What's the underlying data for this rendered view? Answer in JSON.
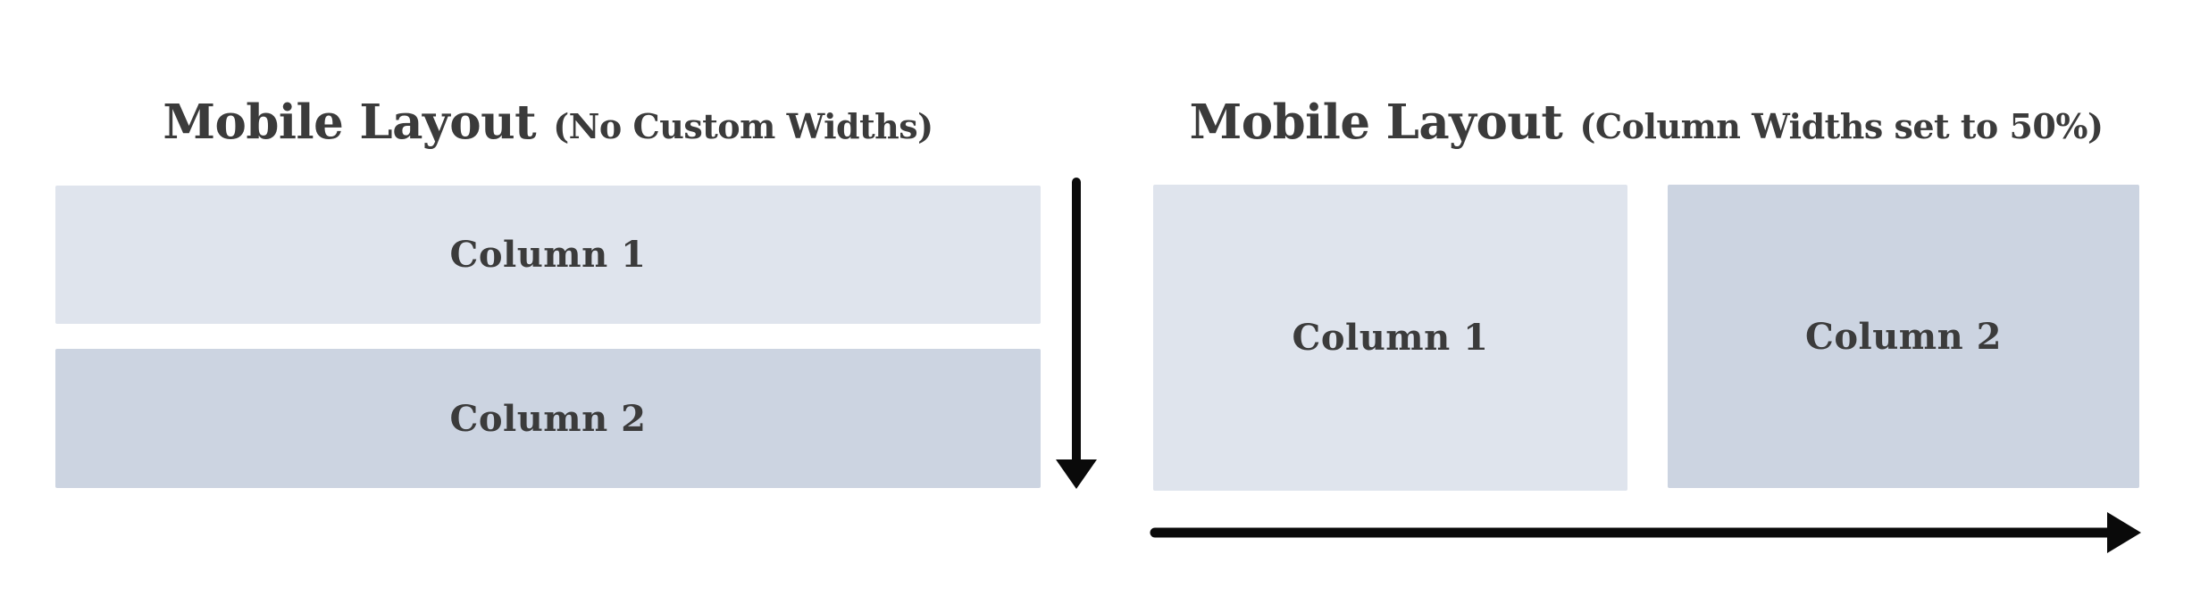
{
  "diagram": {
    "left": {
      "title_main": "Mobile Layout",
      "title_note": "(No Custom Widths)",
      "columns": [
        {
          "label": "Column 1"
        },
        {
          "label": "Column 2"
        }
      ],
      "arrow_direction": "down",
      "stacking": "vertical"
    },
    "right": {
      "title_main": "Mobile Layout",
      "title_note": "(Column Widths set to 50%)",
      "columns": [
        {
          "label": "Column 1"
        },
        {
          "label": "Column 2"
        }
      ],
      "arrow_direction": "right",
      "stacking": "horizontal"
    },
    "colors": {
      "column1_fill": "#dfe4ed",
      "column2_fill": "#ccd4e1",
      "text": "#3b3b3b",
      "arrow": "#0a0a0a",
      "background": "#ffffff"
    }
  }
}
